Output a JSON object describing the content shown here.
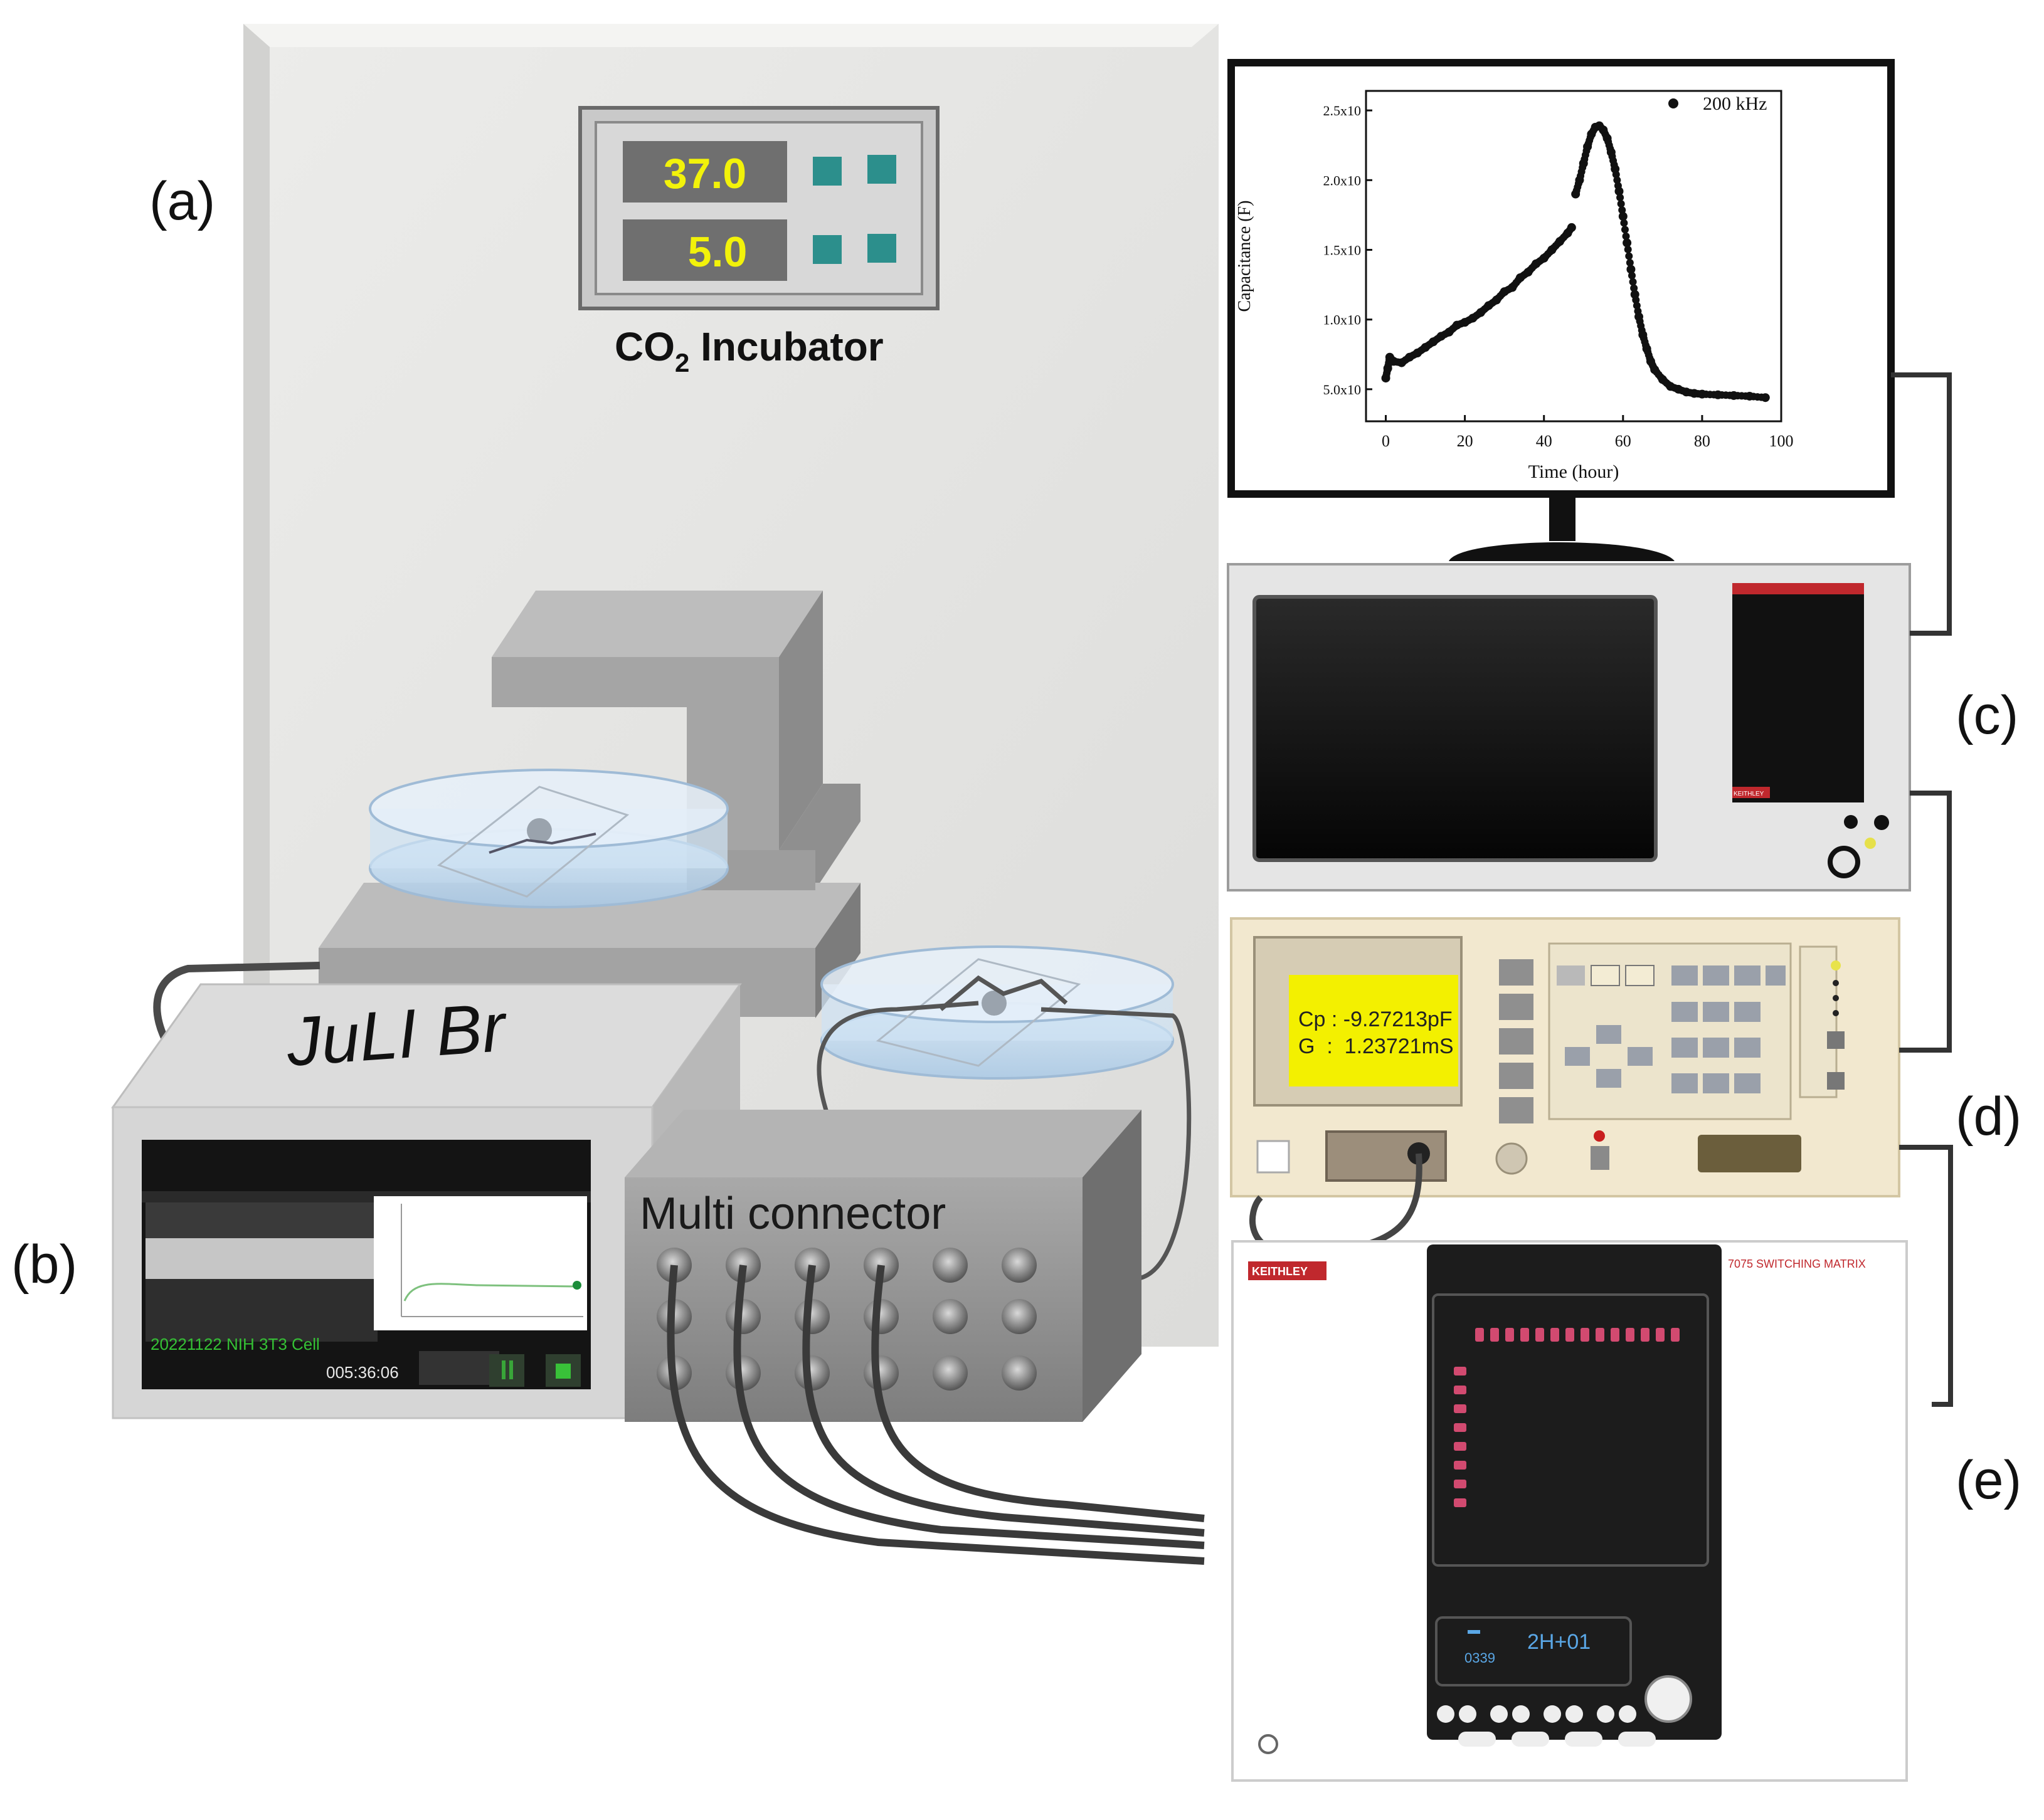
{
  "panel_labels": {
    "a": "(a)",
    "b": "(b)",
    "c": "(c)",
    "d": "(d)",
    "e": "(e)"
  },
  "incubator": {
    "title_prefix": "CO",
    "title_sub": "2",
    "title_suffix": " Incubator",
    "temperature": "37.0",
    "co2": "5.0"
  },
  "microscope": {
    "brand": "JuLI Br",
    "screen_caption": "20221122 NIH 3T3 Cell",
    "timer": "005:36:06"
  },
  "connector": {
    "label": "Multi connector"
  },
  "lcr_meter": {
    "line1": "Cp : -9.27213pF",
    "line2": "G  :  1.23721mS"
  },
  "smu": {
    "brand": "KEITHLEY"
  },
  "switch_matrix": {
    "brand": "KEITHLEY",
    "model": "7075 SWITCHING MATRIX",
    "readout_small": "0339",
    "readout_main": "2H+01"
  },
  "colors": {
    "incubator_body": "#e6e6e3",
    "display_yellow": "#f2f20a",
    "lcr_screen": "#f3f000",
    "plot_line": "#111111",
    "instrument_panel": "#f2e8cf",
    "matrix_panel": "#1c1c1c"
  },
  "chart_data": {
    "type": "scatter",
    "title": "",
    "xlabel": "Time (hour)",
    "ylabel": "Capacitance (F)",
    "xlim": [
      -5,
      100
    ],
    "ylim": [
      2.7e-10,
      2.64e-09
    ],
    "x_ticks": [
      "0",
      "20",
      "40",
      "60",
      "80",
      "100"
    ],
    "y_ticks": [
      "5.0x10",
      "1.0x10",
      "1.5x10",
      "2.0x10",
      "2.5x10"
    ],
    "y_tick_values": [
      5e-10,
      1e-09,
      1.5e-09,
      2e-09,
      2.5e-09
    ],
    "series": [
      {
        "name": "200 kHz",
        "x": [
          0,
          0.5,
          1,
          2,
          4,
          6,
          8,
          10,
          12,
          14,
          16,
          18,
          20,
          22,
          24,
          26,
          28,
          30,
          32,
          34,
          36,
          38,
          40,
          42,
          44,
          46,
          47,
          48,
          49,
          50,
          51,
          52,
          53,
          54,
          55,
          56,
          57,
          58,
          59,
          60,
          61,
          62,
          63,
          64,
          65,
          66,
          67,
          68,
          70,
          72,
          74,
          76,
          78,
          80,
          84,
          88,
          92,
          96
        ],
        "y": [
          5.8e-10,
          6.5e-10,
          7.3e-10,
          7e-10,
          6.9e-10,
          7.3e-10,
          7.6e-10,
          8e-10,
          8.4e-10,
          8.8e-10,
          9.1e-10,
          9.6e-10,
          9.8e-10,
          1.01e-09,
          1.05e-09,
          1.1e-09,
          1.14e-09,
          1.2e-09,
          1.23e-09,
          1.3e-09,
          1.34e-09,
          1.4e-09,
          1.44e-09,
          1.5e-09,
          1.56e-09,
          1.62e-09,
          1.66e-09,
          1.9e-09,
          2e-09,
          2.12e-09,
          2.24e-09,
          2.33e-09,
          2.38e-09,
          2.39e-09,
          2.36e-09,
          2.3e-09,
          2.2e-09,
          2.08e-09,
          1.92e-09,
          1.74e-09,
          1.55e-09,
          1.36e-09,
          1.18e-09,
          1.02e-09,
          8.9e-10,
          7.9e-10,
          7e-10,
          6.4e-10,
          5.7e-10,
          5.2e-10,
          5e-10,
          4.8e-10,
          4.7e-10,
          4.65e-10,
          4.6e-10,
          4.55e-10,
          4.5e-10,
          4.4e-10
        ]
      }
    ],
    "grid": false,
    "legend": "top-right"
  }
}
